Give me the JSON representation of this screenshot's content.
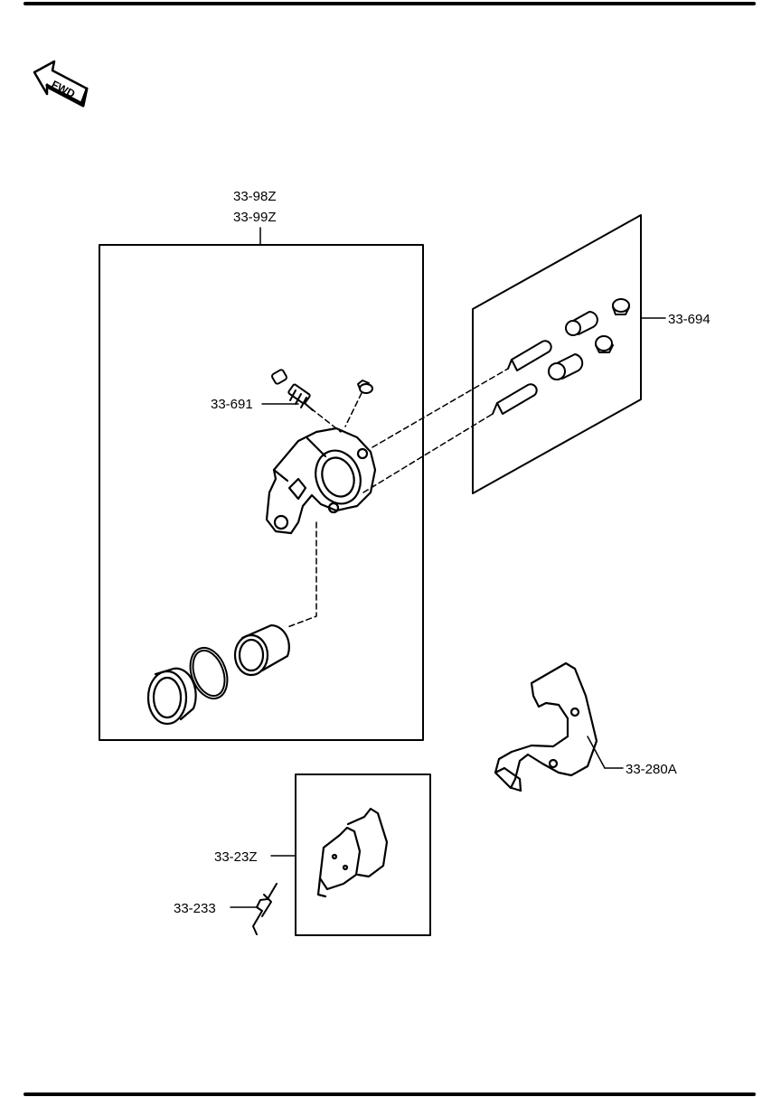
{
  "fwd_label": "FWD",
  "labels": {
    "caliper_assy_a": "33-98Z",
    "caliper_assy_b": "33-99Z",
    "bleeder": "33-691",
    "guide_pin_kit": "33-694",
    "mounting_bracket": "33-280A",
    "pad_set": "33-23Z",
    "pad_spring": "33-233"
  }
}
